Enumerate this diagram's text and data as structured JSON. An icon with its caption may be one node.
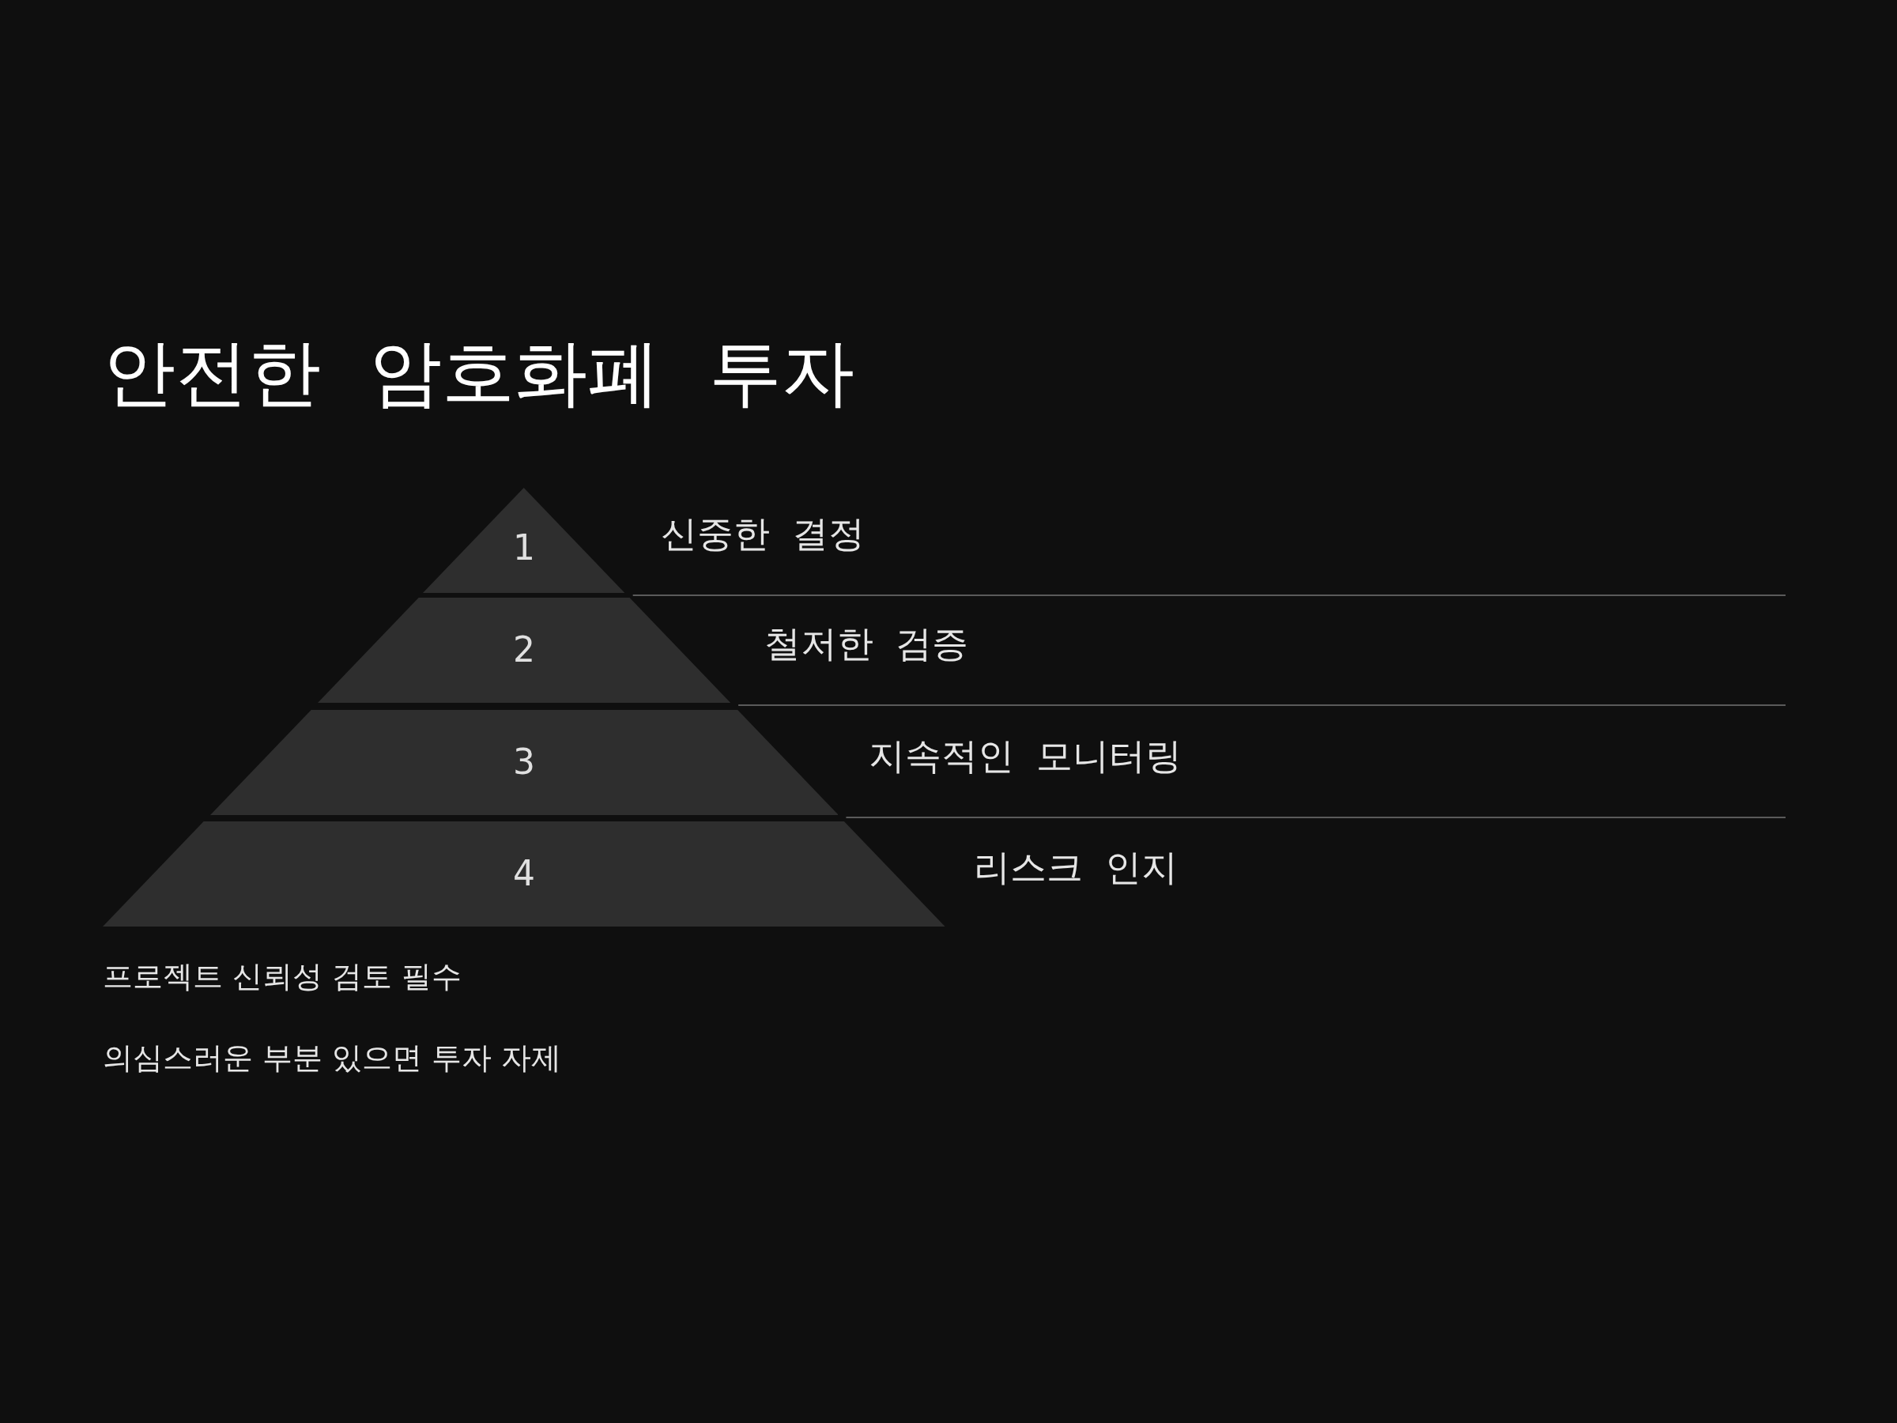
{
  "diagram": {
    "title": "안전한 암호화폐 투자",
    "nodes": [
      {
        "text": [
          "1"
        ],
        "beside": [
          "신중한 결정"
        ]
      },
      {
        "text": [
          "2"
        ],
        "beside": [
          "철저한 검증"
        ]
      },
      {
        "text": [
          "3"
        ],
        "beside": [
          "지속적인 모니터링"
        ]
      },
      {
        "text": [
          "4"
        ],
        "beside": [
          "리스크 인지"
        ]
      }
    ],
    "labels": [
      "프로젝트 신뢰성 검토 필수",
      "의심스러운 부분 있으면 투자 자제"
    ]
  }
}
